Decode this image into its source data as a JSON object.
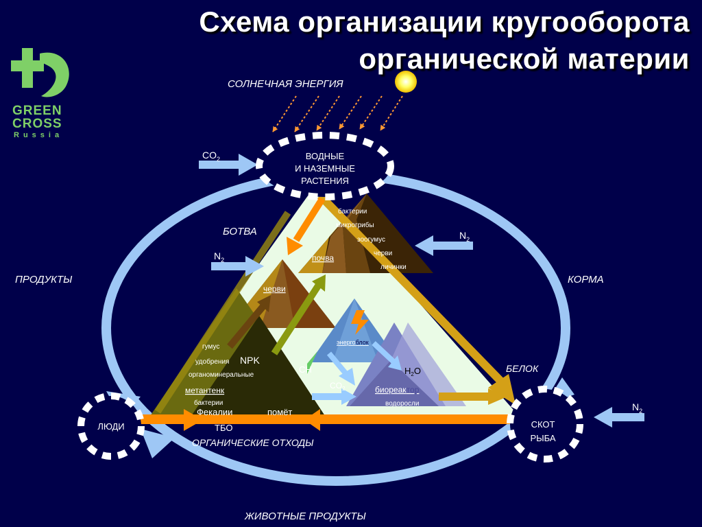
{
  "title": {
    "line1": "Схема организации кругооборота",
    "line2": "органической материи"
  },
  "logo": {
    "line1": "GREEN",
    "line2": "CROSS",
    "line3": "Russia",
    "color": "#7fd067"
  },
  "labels": {
    "solar_energy": "СОЛНЕЧНАЯ ЭНЕРГИЯ",
    "co2_left": "CO",
    "co2_sub": "2",
    "plants_line1": "ВОДНЫЕ",
    "plants_line2": "И НАЗЕМНЫЕ",
    "plants_line3": "РАСТЕНИЯ",
    "botva": "БОТВА",
    "n2_a": "N",
    "n2_b": "N",
    "n2_c": "N",
    "n2_sub": "2",
    "products": "ПРОДУКТЫ",
    "feed": "КОРМА",
    "protein": "БЕЛОК",
    "bacteria": "бактерии",
    "microfungi": "микрогрибы",
    "zoohumus": "зоогумус",
    "worms_small": "черви",
    "larvae": "личинки",
    "soil": "почва",
    "worms": "черви",
    "humus": "гумус",
    "fertilizers": "удобрения",
    "npk": "NPK",
    "organomineral": "органоминеральные",
    "methane_tank": "метантенк",
    "bacteria2": "бактерии",
    "feces": "Фекалии",
    "manure": "помёт",
    "msw": "ТБО",
    "energy_block_a": "энерго",
    "energy_block_b": "блок",
    "ch": "СН",
    "h2o_h": "Н",
    "h2o_sub": "2",
    "h2o_o": "О",
    "co2_mid": "CO",
    "bioreactor_a": "биореак",
    "bioreactor_b": "тор",
    "algae": "водоросли",
    "people": "ЛЮДИ",
    "livestock_line1": "СКОТ",
    "livestock_line2": "РЫБА",
    "organic_waste": "ОРГАНИЧЕСКИЕ ОТХОДЫ",
    "animal_products": "ЖИВОТНЫЕ ПРОДУКТЫ"
  },
  "colors": {
    "background": "#00004a",
    "cycle_arrow": "#9ec7f5",
    "orange_arrow": "#ff8c00",
    "gold_arrow": "#d4a017",
    "light_blue_arrow": "#99ccff",
    "sun": "#ffff66"
  }
}
